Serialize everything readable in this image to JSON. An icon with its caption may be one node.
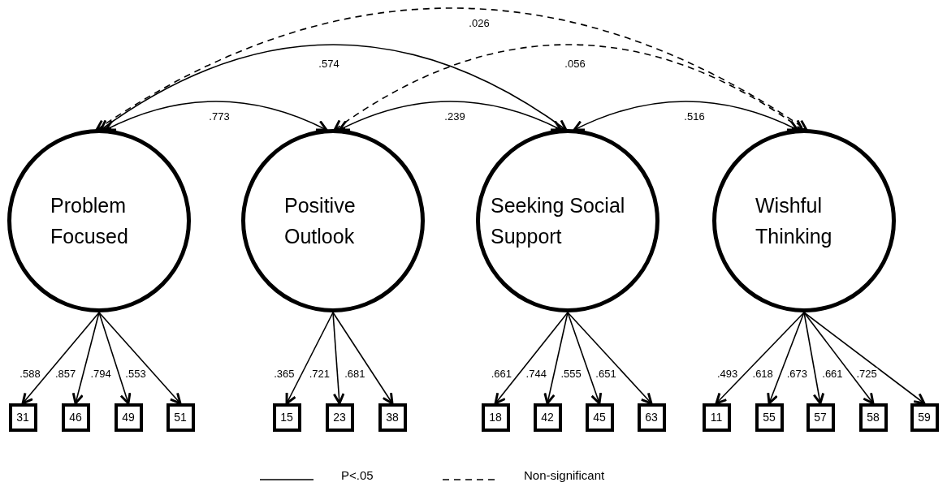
{
  "diagram": {
    "nodes": [
      {
        "text": [
          "Problem Focused"
        ]
      },
      {
        "text": [
          "Positive Outlook"
        ]
      },
      {
        "text": [
          "Seeking Social Support"
        ]
      },
      {
        "text": [
          "Wishful Thinking"
        ]
      },
      {
        "text": [
          "31"
        ]
      },
      {
        "text": [
          "46"
        ]
      },
      {
        "text": [
          "49"
        ]
      },
      {
        "text": [
          "51"
        ]
      },
      {
        "text": [
          "15"
        ]
      },
      {
        "text": [
          "23"
        ]
      },
      {
        "text": [
          "38"
        ]
      },
      {
        "text": [
          "18"
        ]
      },
      {
        "text": [
          "42"
        ]
      },
      {
        "text": [
          "45"
        ]
      },
      {
        "text": [
          "63"
        ]
      },
      {
        "text": [
          "11"
        ]
      },
      {
        "text": [
          "55"
        ]
      },
      {
        "text": [
          "57"
        ]
      },
      {
        "text": [
          "58"
        ]
      },
      {
        "text": [
          "59"
        ]
      }
    ],
    "edges": [
      {
        "from": 0,
        "to": 1,
        "arrow": "both",
        "label": ".773"
      },
      {
        "from": 1,
        "to": 2,
        "arrow": "both",
        "label": ".239"
      },
      {
        "from": 2,
        "to": 3,
        "arrow": "both",
        "label": ".516"
      },
      {
        "from": 0,
        "to": 2,
        "arrow": "both",
        "label": ".574"
      },
      {
        "from": 1,
        "to": 3,
        "arrow": "both",
        "label": ".056",
        "style": "dashed"
      },
      {
        "from": 0,
        "to": 3,
        "arrow": "both",
        "label": ".026",
        "style": "dashed"
      },
      {
        "from": 0,
        "to": 4,
        "arrow": "to",
        "label": ".588"
      },
      {
        "from": 0,
        "to": 5,
        "arrow": "to",
        "label": ".857"
      },
      {
        "from": 0,
        "to": 6,
        "arrow": "to",
        "label": ".794"
      },
      {
        "from": 0,
        "to": 7,
        "arrow": "to",
        "label": ".553"
      },
      {
        "from": 1,
        "to": 8,
        "arrow": "to",
        "label": ".365"
      },
      {
        "from": 1,
        "to": 9,
        "arrow": "to",
        "label": ".721"
      },
      {
        "from": 1,
        "to": 10,
        "arrow": "to",
        "label": ".681"
      },
      {
        "from": 2,
        "to": 11,
        "arrow": "to",
        "label": ".661"
      },
      {
        "from": 2,
        "to": 12,
        "arrow": "to",
        "label": ".744"
      },
      {
        "from": 2,
        "to": 13,
        "arrow": "to",
        "label": ".555"
      },
      {
        "from": 2,
        "to": 14,
        "arrow": "to",
        "label": ".651"
      },
      {
        "from": 3,
        "to": 15,
        "arrow": "to",
        "label": ".493"
      },
      {
        "from": 3,
        "to": 16,
        "arrow": "to",
        "label": ".618"
      },
      {
        "from": 3,
        "to": 17,
        "arrow": "to",
        "label": ".673"
      },
      {
        "from": 3,
        "to": 18,
        "arrow": "to",
        "label": ".661"
      },
      {
        "from": 3,
        "to": 19,
        "arrow": "to",
        "label": ".725"
      }
    ],
    "legend": [
      {
        "text": "P<.05"
      },
      {
        "text": "Non-significant"
      }
    ]
  }
}
